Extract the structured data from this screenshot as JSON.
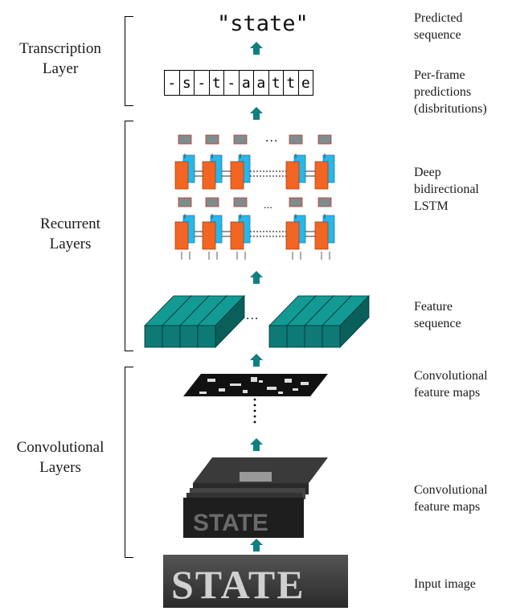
{
  "output": {
    "predicted_text": "\"state\"",
    "per_frame": [
      "-",
      "s",
      "-",
      "t",
      "-",
      "a",
      "a",
      "t",
      "t",
      "e"
    ]
  },
  "layers": {
    "transcription": "Transcription\nLayer",
    "recurrent": "Recurrent\nLayers",
    "convolutional": "Convolutional\nLayers"
  },
  "descriptions": {
    "predicted_sequence": "Predicted\nsequence",
    "per_frame_predictions": "Per-frame\npredictions\n(disbritutions)",
    "deep_bilstm": "Deep\nbidirectional\nLSTM",
    "feature_sequence": "Feature\nsequence",
    "conv_feature_maps_top": "Convolutional\nfeature maps",
    "conv_feature_maps_bottom": "Convolutional\nfeature maps",
    "input_image": "Input image"
  },
  "ellipsis": "...",
  "input_word": "STATE",
  "colors": {
    "arrow": "#0f7f7f",
    "lstm_forward": "#f26522",
    "lstm_backward": "#29b6e8",
    "lstm_output": "#7f8c8d",
    "feature_block": "#0d7a76"
  }
}
